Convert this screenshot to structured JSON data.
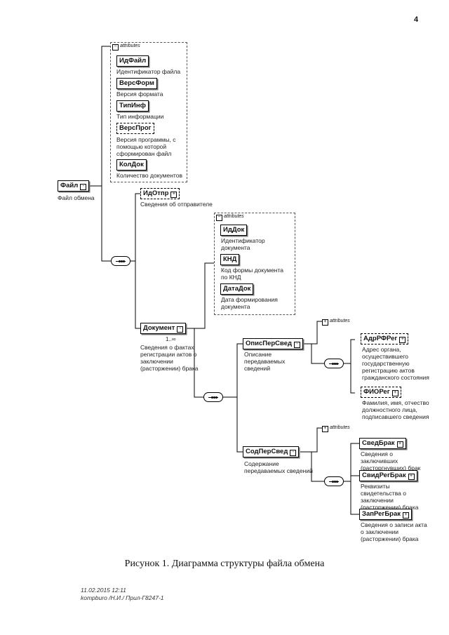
{
  "page_number": "4",
  "caption": "Рисунок 1. Диаграмма структуры файла обмена",
  "footer": {
    "line1": "11.02.2015 12:11",
    "line2": "kompburo /Н.И./ Прил-Г8247-1"
  },
  "attributes_label": "attributes",
  "root": {
    "name": "Файл",
    "desc": "Файл обмена"
  },
  "file_attributes": [
    {
      "name": "ИдФайл",
      "desc": "Идентификатор файла"
    },
    {
      "name": "ВерсФорм",
      "desc": "Версия формата"
    },
    {
      "name": "ТипИнф",
      "desc": "Тип информации"
    },
    {
      "name": "ВерсПрог",
      "desc": "Версия программы, с помощью которой сформирован файл"
    },
    {
      "name": "КолДок",
      "desc": "Количество документов"
    }
  ],
  "sender": {
    "name": "ИдОтпр",
    "desc": "Сведения об отправителе"
  },
  "document": {
    "name": "Документ",
    "multiplicity": "1..∞",
    "desc": "Сведения о фактах регистрации актов о заключении (расторжении) брака"
  },
  "document_attributes": [
    {
      "name": "ИдДок",
      "desc": "Идентификатор документа"
    },
    {
      "name": "КНД",
      "desc": "Код формы документа по КНД"
    },
    {
      "name": "ДатаДок",
      "desc": "Дата формирования документа"
    }
  ],
  "opis": {
    "name": "ОписПерСвед",
    "desc": "Описание передаваемых сведений"
  },
  "opis_children": [
    {
      "name": "АдрРФРег",
      "desc": "Адрес органа, осуществившего государственную регистрацию актов гражданского состояния"
    },
    {
      "name": "ФИОРег",
      "desc": "Фамилия, имя, отчество должностного лица, подписавшего сведения"
    }
  ],
  "sod": {
    "name": "СодПерСвед",
    "desc": "Содержание передаваемых сведений"
  },
  "sod_children": [
    {
      "name": "СведБрак",
      "desc": "Сведения о заключивших (расторгнувших) брак"
    },
    {
      "name": "СвидРегБрак",
      "desc": "Реквизиты свидетельства о заключении (расторжении) брака"
    },
    {
      "name": "ЗапРегБрак",
      "desc": "Сведения о записи акта о заключении (расторжении) брака"
    }
  ]
}
